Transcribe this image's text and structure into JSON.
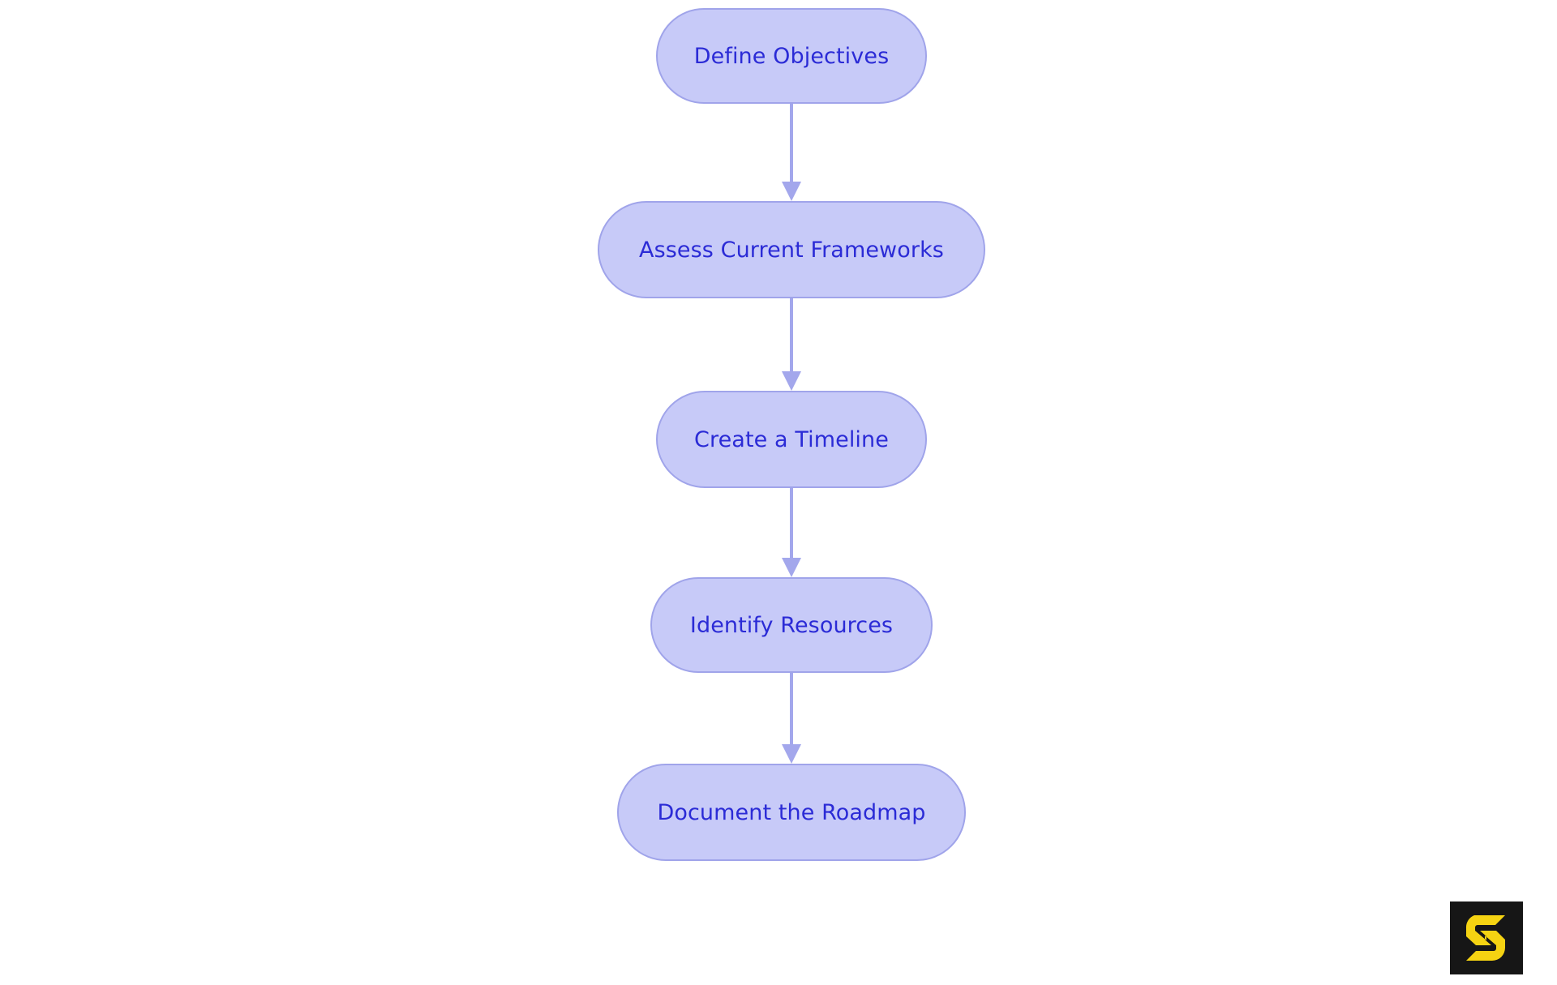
{
  "diagram": {
    "type": "flowchart",
    "orientation": "top-to-bottom",
    "background_color": "#ffffff",
    "node_fill_color": "#c7caf8",
    "node_border_color": "#a0a4ea",
    "node_text_color": "#2b2bd6",
    "edge_color": "#a3a7ec",
    "nodes": [
      {
        "id": "define-objectives",
        "label": "Define Objectives"
      },
      {
        "id": "assess-current-frameworks",
        "label": "Assess Current Frameworks"
      },
      {
        "id": "create-a-timeline",
        "label": "Create a Timeline"
      },
      {
        "id": "identify-resources",
        "label": "Identify Resources"
      },
      {
        "id": "document-the-roadmap",
        "label": "Document the Roadmap"
      }
    ],
    "edges": [
      {
        "from": "define-objectives",
        "to": "assess-current-frameworks"
      },
      {
        "from": "assess-current-frameworks",
        "to": "create-a-timeline"
      },
      {
        "from": "create-a-timeline",
        "to": "identify-resources"
      },
      {
        "from": "identify-resources",
        "to": "document-the-roadmap"
      }
    ]
  },
  "logo": {
    "name": "s-monogram-logo",
    "letter": "S",
    "mark_color": "#f5d312",
    "background_color": "#161616"
  }
}
